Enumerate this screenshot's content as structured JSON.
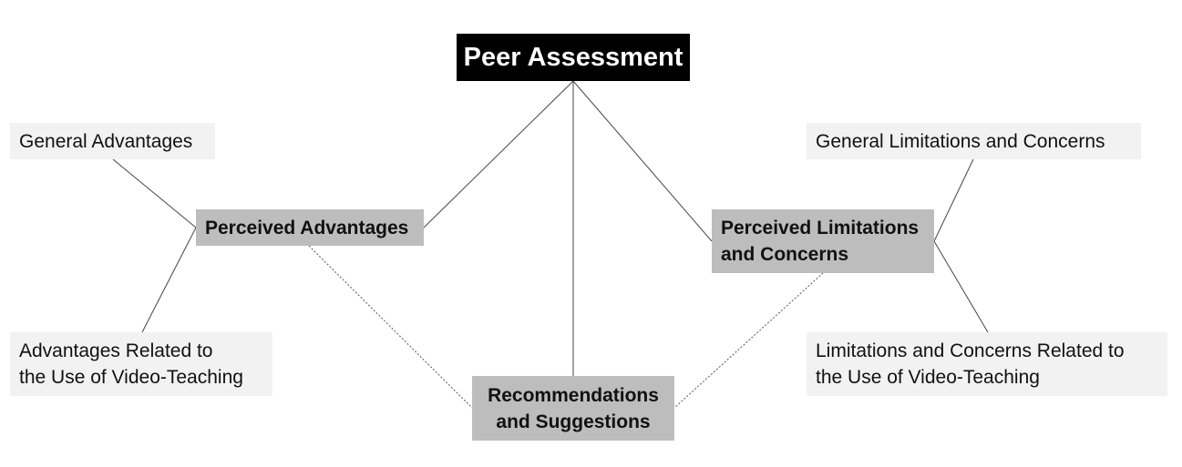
{
  "diagram": {
    "root": {
      "label": "Peer Assessment"
    },
    "themes": {
      "advantages": {
        "label": "Perceived Advantages"
      },
      "limitations": {
        "label": "Perceived Limitations\nand Concerns"
      },
      "recommendations": {
        "label": "Recommendations\nand Suggestions"
      }
    },
    "subthemes": {
      "general_advantages": {
        "label": "General Advantages"
      },
      "advantages_video": {
        "label": "Advantages Related to\nthe Use of Video-Teaching"
      },
      "general_limitations": {
        "label": "General Limitations and Concerns"
      },
      "limitations_video": {
        "label": "Limitations and Concerns Related to\nthe Use of Video-Teaching"
      }
    }
  },
  "colors": {
    "root_fill": "#000000",
    "root_text": "#ffffff",
    "theme_fill": "#bdbdbd",
    "subtheme_fill": "#f2f2f2",
    "line": "#444444"
  }
}
